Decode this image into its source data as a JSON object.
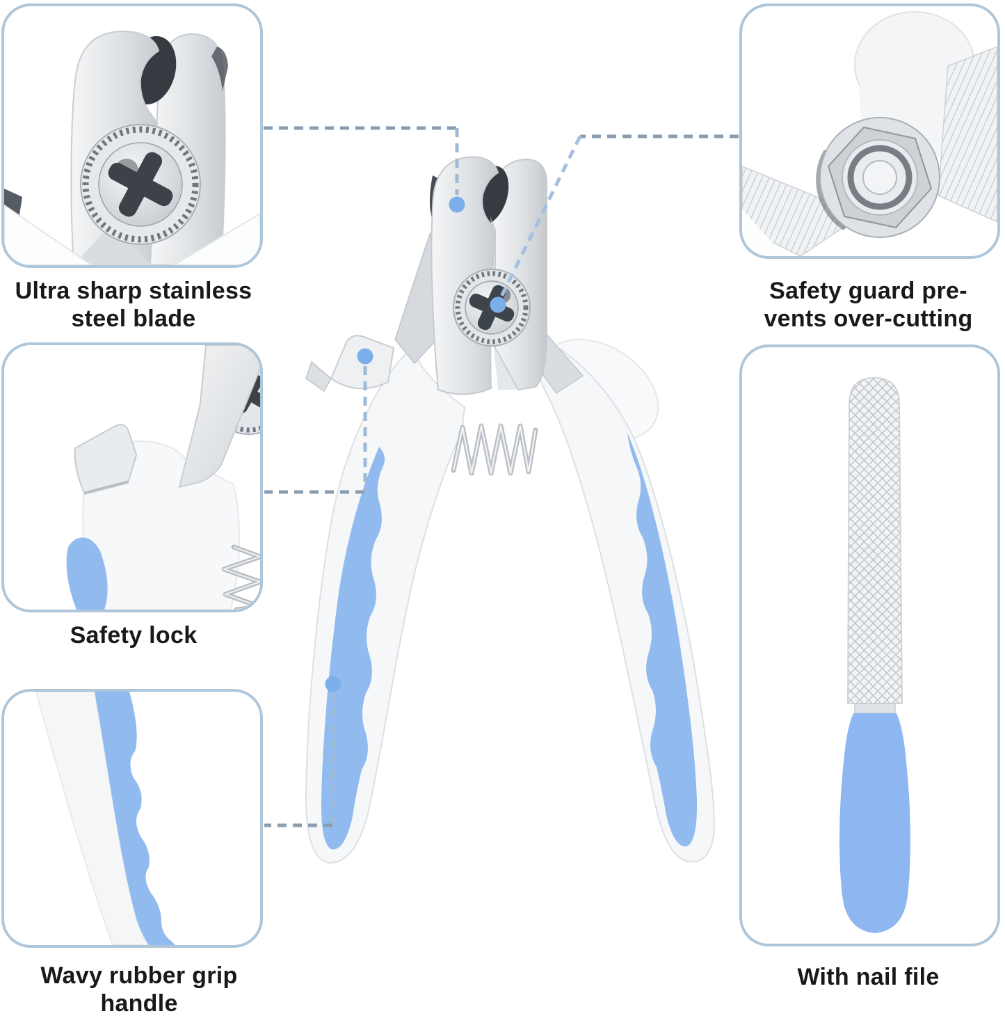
{
  "figure": {
    "type": "product-feature-infographic",
    "product": "pet nail clipper with nail file",
    "background": "#ffffff"
  },
  "colors": {
    "accent_blue": "#91baee",
    "callout_dot": "#7cafe9",
    "dash_gray": "#8a9dae",
    "dash_blue": "#9fbad6",
    "panel_border": "#afc6d9",
    "label_text": "#191919",
    "metal": "#d9dcdf"
  },
  "callouts": [
    {
      "id": "blade",
      "lines": [
        "Ultra sharp stainless",
        "steel blade"
      ]
    },
    {
      "id": "guard",
      "lines": [
        "Safety guard pre-",
        "vents over-cutting"
      ]
    },
    {
      "id": "lock",
      "lines": [
        "Safety lock"
      ]
    },
    {
      "id": "grip",
      "lines": [
        "Wavy rubber grip",
        "handle"
      ]
    },
    {
      "id": "file",
      "lines": [
        "With nail file"
      ]
    }
  ]
}
